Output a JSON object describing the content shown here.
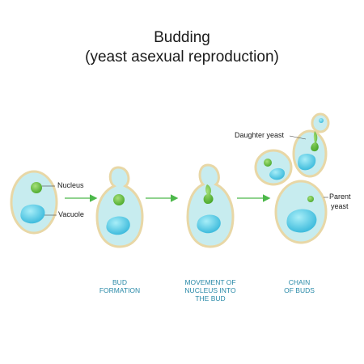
{
  "title": {
    "line1": "Budding",
    "line2": "(yeast asexual reproduction)"
  },
  "labels": {
    "nucleus": "Nucleus",
    "vacuole": "Vacuole",
    "daughter_yeast": "Daughter yeast",
    "parent_yeast_1": "Parent",
    "parent_yeast_2": "yeast"
  },
  "stages": {
    "bud_formation": [
      "BUD",
      "FORMATION"
    ],
    "movement": [
      "MOVEMENT OF",
      "NUCLEUS INTO",
      "THE BUD"
    ],
    "chain": [
      "CHAIN",
      "OF BUDS"
    ]
  },
  "colors": {
    "cell_fill": "#c7ecef",
    "cell_wall": "#e8d7a6",
    "nucleus": "#66c23a",
    "vacuole": "#36bfe0",
    "arrow": "#4cb84a",
    "stage_text": "#2a8aa8"
  }
}
